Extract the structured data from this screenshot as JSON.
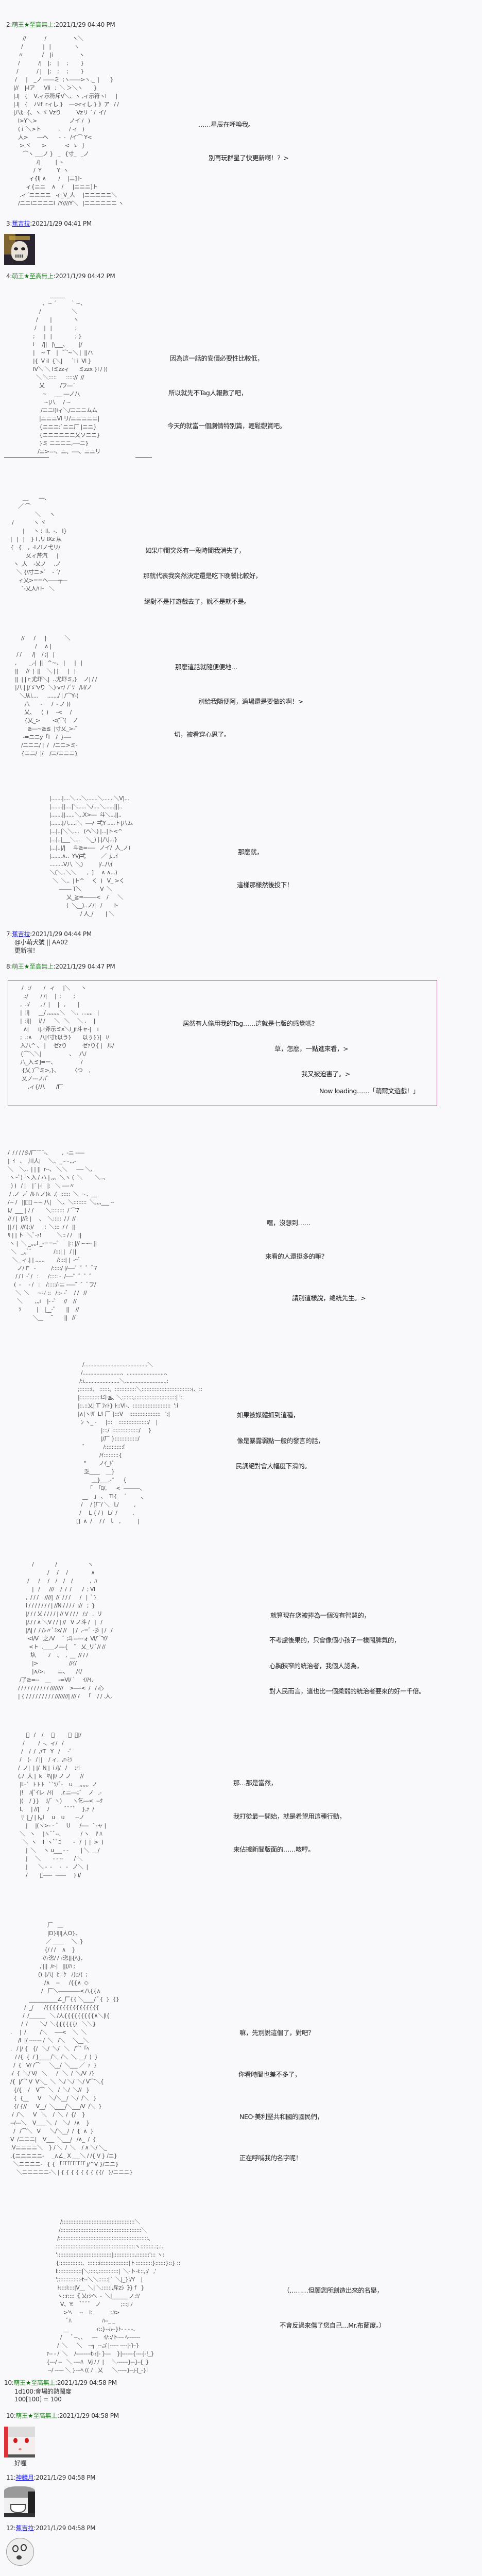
{
  "colors": {
    "author_name": "#2e8b2e",
    "link_name": "#1a1aee",
    "box_border": "#8a2a4a"
  },
  "posts": [
    {
      "num": "2:",
      "name": "萌王",
      "star": "★",
      "name2": "至高無上",
      "time": ":2021/1/29 04:40 PM",
      "lines": [
        "……星辰在呼喚我。",
        "別再玩群星了快更新啊！？>"
      ],
      "aa": [
        "        //            /                 ヽ＼\n       /             |   |               ヽ\n     〃            /    |i                 ヽ\n     /            /|    |;    |     ;        }\n    /            / |    |;    ;     ;        }\n   /      |    _ノ ――ミ  ;ヽ――>ヽ._  |       }\n  |//    |‐lア      Vli   ;  ＼ ＞＼ヽ       }\n  |.l|   {    V,ィ示符斥V＼、ヽ ,ィ示符ヽl      |\n  |.l|   {    ハlf  rィし }    ―>rィし } 》ア   / /\n  |八l;  {、ヽ ヾ Vzり          Vzリ ´ /  イ/\n     l>Y＼>                     ノイ /   )\n     ( i  ＼>ト           ,      / ィ   )\n     人>      ―ヘ       ‐  ‐   /イ⌒ Y<\n      > ヾ       >            <  ゝ   J\n        ⌒ヽ ___ノ }   _   {寸_   _ノ\n                 /|          | ヽ\n               /  Y          Y  ヽ\n            ィ{l| ∧        /     |ニ]ト\n          ィ{ニニ    ∧    /      |ニニニ]ト\n      .ィ´ニニニニ   ィ_V_人     |ニニニニニ＼\n     /ニニlニニニニl  /Y////Y＼   |ニニニニニニ ヽ"
      ]
    },
    {
      "num": "3:",
      "name": "蕉吉拉",
      "time": ":2021/1/29 04:41 PM"
    },
    {
      "num": "4:",
      "name": "萌王",
      "star": "★",
      "name2": "至高無上",
      "time": ":2021/1/29 04:42 PM",
      "lines": [
        "因為這一話的安價必要性比較低，",
        "所以就先不Tag人報數了吧，",
        "今天的就當一個劇情特別篇，輕鬆觀賞吧。"
      ],
      "aa": [
        "                   ______\n              、~ ´          ` ~、\n            /                    ＼\n          /        |              ヽ\n         /     |   |               ;\n        ;      |   |               ; }\n        i     /||   |\\___、       |/\n        |    ~ T    |   ⌒~＼ |  ||ハ\n        |{  V il  {＼|      `l i  Vl }\n        lV＼ ＼ lミzzィ      ミzzx }l / ))\n          ＼ ＼:::::      ::::://  //\n            乂          /フ―´\n              ~     ___ ―ノ八\n               ~|八     / ~\n             /ニニl)iィ＼/ニニニムム\n            |ニニニVl リ/ニニニニニ|\n            {ニニニ:`ニニ厂 |ニニ}\n            {ニニニニニニ乂ソニニ}\n            }ミ ニニニニ,―‐ニ}\n           /ニ>=‐、ニ、―‐、ニニリ"
      ]
    },
    {
      "lines": [
        "如果中間突然有一段時間我消失了，",
        "那就代表我突然決定還是吃下晚餐比較好，",
        "絕對不是打遊戲去了，說不是就不是。"
      ],
      "aa": [
        "          ＿       ―、\n       ／ ⌒\n                  ＼      ヽ\n   /             ヽ ヾ\n          |      ヽ ;  ll、‐、 l}\n  |   |   |    } l ,リ Ⅸz 从\n  {   {    ,  ‐lノlノ弋リ/\n            乂ィ芹汽      |\n    ヽ  人    ‐乂ノ     ,ノ\n      ＼ {\\寸ニ>゛  ‐ ´/\n       ィ乂>==ヘ――┬―\n         `‐乂人ﾊト   ＼"
      ]
    },
    {
      "lines": [
        "那麽這話就隨便便地…",
        "別給我隨便阿，過場還是要做的啊！>",
        "切，被看穿心思了。"
      ],
      "aa": [
        "       //      /      |            ＼\n                /     ∧ |\n    / /       /|    / ;|   |\n   ,        _,‐|  ||   ^~、 |      |   |\n   ||     //  |  ||    ＼ | |      |   |\n   ||  | |ｒ尤圷＼|  ‥尤圷ミ,}    ノ| / /\n   |八 | |/ゞ'vり  ＼) vrｿ ﾉﾞｿ   /ﾚl/ノ\n      ＼从l....      ......./ | /⌒Y‐(\n         八       ‐      /  ‐ ノ ))\n         乂、    (  )     ‐<     /\n         {乂_>        <(⌒(    ノ\n           ≧―~≧≦  |寸乂_>‐゛\n        -=ニニy「l    /  }―-\n       /ニニニ/ |  /   /ニニ>ミ-\n       {ニニ/  |/    /ニ/ニニニ}"
      ]
    },
    {
      "lines": [
        "那麽就，",
        "這樣那樣然後投下！"
      ],
      "aa": [
        "          |.......|....＼....＼.......＼.......＼Ⅴ|...\n          |.......||....|＼.....＼/....＼......|||..\n          |.......||......＼..X>―  斗＼...||..\n          |.......|八.....＼  ‐―/  弌Y .....ト|八ム\n          |...|..|＼＼....   (ヘ＼) |...|ト<^\n          |...|..|___＼...    ＼_) |.|八|...}\n          |...|..|/|     斗≧=‐―   ノイ/  人_ノ)\n          |.......∧..  YVj弌          ／  j...ｲ\n          .........V八  ＼)          |/..八ｲ\n          ＼(＼..＼＼       ,  ]     ∧ ∧...)\n            ＼  ＼..  |ト^     く  )   V_ >く\n                ‐―― T＼            V  ＼\n                     乂_≧=――‐<    /      ＼\n                     (  ＼__)..ノ/|   /       ト\n                              / 人_/        | ＼"
      ]
    },
    {
      "num": "7:",
      "name": "蕉吉拉",
      "time": ":2021/1/29 04:44 PM",
      "lines": [
        "@小萌犬號 || AA02",
        "更新啦！"
      ]
    },
    {
      "num": "8:",
      "name": "萌王",
      "star": "★",
      "name2": "至高無上",
      "time": ":2021/1/29 04:47 PM",
      "lines": [
        "居然有人偷用我的Tag……這就是七版的感覺嗎？",
        "草，怎麽，一點進來看，>",
        "我又被迫害了。>",
        "Now loading……「萌爾文遊戲！」"
      ],
      "aa": [
        "    /   :/        /   ィ     |＼       ヽ\n     .:/        / /|     |  ;        ;\n   ,  .:/       , /  |     |   ,        |\n   |  :i|      __/ ,,,,,,,,＼    ＼、...,,,,   |\n   |  :i||     i/ /      ＼   ＼     ＼ ,     |\n     ∧|      i|.ｨ斧示ミx＼l_jf斗ャ-|    i\n   ;  .:∧     八|ｲ寸ﾋ以う}       以ぅ}}|   i/\n   入八^ 、 |     ゼzり          ゼｧり{ |   ル/\n   {⌒＼＼|                  、   八/\n   八_入ミ]=ー、                /\n    {乂 )⌒ミ>,}、        〈つ    ,\n    乂ノ‐-‐ノﾊﾞ\n        ,ィ{/八       /Γ¨"
      ]
    },
    {
      "lines": [
        "嘿，沒想到……",
        "來看的人還挺多的嘛？",
        "請別這樣說，總統先生。>"
      ],
      "aa": [
        " /  / / / /彡/厂¨¨¨‐、       ,  ‐ニ ‐‐―\n |  ｲ   、  川人|     ＼、_ ‐~,,,‐\n ＼    ＼.,  | | ||  r‐‐、 ＼＼      ―‐ ＼、\n  ヽ~ﾞ)  ヽ入 / ハ | ,,、＼ヽ (  ＼        ＼..、\n   ) )   / |    |´ |-l   |:   ＼ ―‐〃\n  / ,ノ  ,-ﾞ /ﾙ ﾊ ノ)k  ,(  |:::::  ＼  ~、__\n /~ /   ||ﾞﾞ ~~ 八|    ＼、＼::::::::  ＼,,,,___ ‐‐\n ﾚ/  ___ | ﾉ /        ＼::::::::  / ⌒7\n // / |  |//ﾐ |     、  ＼:::::  / /  //\n || / |  //ﾊ(:)/       ;  ＼:::  / /   ||\n ﾘ | | ト  ＼ﾞ‐ｧ!          ＼:: / /    ||\n  ヽ |  ＼ _,,,,L_‐==‐‐゛    |:: |// ~~‐ ||\n   ＼   _,,ﾞﾞ              /:::| |   / ||\n    ＼_ ィ.| | ......        /::::| |  ‐~ﾞ\n       ノ/ l\"   ‐          /:::::/ |/―‐゛゛゛ﾞ7\n      / / l  ‐ﾞ/   :      /::::: ‐  /‐―゛゛゛゛\n     (  ‐     ‐ /   :    /:::::/‐ニ ‐‐―゛゛ﾞフ/\n      ＼  ＼     ~‐ﾉ ::   /::‐ ‐゛  / /   //\n       ＼        ,,,i    |‐ -゛   //    //\n        ｿ          |    |__‐゛     ||    //\n                 ＼__     ¨       ||   //"
      ]
    },
    {
      "lines": [
        "如果被媒體抓到這種，",
        "像是暴露弱點一般的發言的話，",
        "民調絕對會大幅度下滑的。"
      ],
      "aa": [
        "              /.........................................＼\n             /.........................、.........................、\n            /:i.......................＼..........................,:\n           ;:::::::i、 ::::::、:::::::::::::＼::::::::::::::::::::::::::::::ｨ、::\n           |:::::::::::::l斗≦､ ＼:::::::,:::::::::::::::::::::::::| '::\n           |::.::乂| Tﾞﾌｨﾄ} ﾄ::Vl‐、:::::::::::::::::::::::  ':i\n           |∧|ヽﾘf  Lﾘ 厂¨|:::V    :::::::::::::::::::   ':|\n             ﾝ ヽ_ ‐      |:::    ::::::::::::::::::/    |\n                          |:::/  ::::::::::::::::/     }\n                          |/厂 }::::::::::::::/\n              ゛          /:::::::::::f\n                         /ｲ:::::::::{\n               \"        ノｲ_ﾄﾞ\n               乏____    ＿}\n                    ＿}___.‐\"      {\n                 「  「ﾛ/,      <  ―――、\n              __    」 、  Ti{     ゛       、\n             /     / ]厂/ ＼   L/          ,\n            /     L { / )   L/  /          .\n          []  ∧  /     / /   ｌ   ,           |"
      ]
    },
    {
      "lines": [
        "就算現在您被捧為一個沒有智慧的，",
        "不考慮後果的，只會像個小孩子一樣鬧脾氣的，",
        "心胸狹窄的統治者，我個人認為，",
        "對人民而言，這也比一個柔弱的統治者要來的好一千倍。"
      ],
      "aa": [
        "              /              /                    ヽ\n                        /     /     /               ∧\n           /      /     /    /    /    /           ,  ﾊ\n              |   /      ///    /  /  /       /  ; Vl\n          ,  / / /    ////|  //  / / /      /   |  ﾞ}\n          i / / / / / / / | //N / / / /  ://   ;  }\n          |/ / / 乂 / / / / | // V / / /   /:/   ,  リ\n          |/./ / ∧ ＼V / / | //   V ノ斗 /   |   /\n          |/\\| /  / /ﾚ〃ﾞﾐx/ //    | /  ,-=ﾞ ‐彡 | /   /\n           <l/V   之ﾉV     ﾞ ;斗=‐‐‐ォ Vl/⌒Y/'\n            <ト  .____ノ―{    ゛ 乂_リﾞ// //\n             圦        ﾉ    、  ,  __  // / /\n              |>                    //ｲ/\n              |∧/>.        ニ、     /ｲ/\n      /了≧=‐‐    __     ‐=Vl/ `     ｲ//ｲ、\n     / / / / / / / / / / ////////    >―‐<  /   / 心\n     | { / / / / / / / / / ////////| /// /    「    / / .人."
      ]
    },
    {
      "lines": [
        "那…那是當然，",
        "我打從最一開始，就是希望用這種行動，",
        "來佔據新聞版面的……咳哼。"
      ],
      "aa": [
        "          ﾞ   /    /     ﾞ         〃  ﾞ|/\n        /         /  ‐、ィ/   /\n       /    /  /  ,ｧT   Y   /     ‐゛\n      /    (‐   / ||    / ィ,  ,r‐ﾐｿ\n     /  ノ|  | |/  N |  i /|/   /     ;ri\n     (,ﾉ  人 |  k   ｷ\\||l/ ノ ノ      //\n      |L‐´   ﾄ ﾄ ﾄ   ``ﾂ/ﾞ‐    u ＿,,,,,,  ノ\n      |!    ﾊ|ﾞｲレ  /ｲ(     ,r.ニ―ﾆﾞ    ノ   ,‐\n      |(    / }}    ﾘ/ﾞ ヽ)       ヽ乞―<  ‐‐ｸ\n      l、   | //|     ﾉ          ﾞﾞﾞﾞ    },ﾃ  /\n       ﾘ  |_/ | ﾄ｡l     u    u       ‐‐ノ\n          |     |(ヽ>‐‐ﾞ     U      /‐―   ﾞ‐ャ |\n      ＼   ヽ     |ヽﾞﾞ‐‐.             / ヽ    ｱ ﾊ\n        ＼  ヽ    l  ヽﾞﾞﾆ        ‐   /  |  |  >  )\n          |  ＼     ヽ u___ ‐ ‐        | ＼  ＿/\n          |     ＼        ‐ ‐ ‐‐       / ＼\n          |       ＼ ‐  ‐     ‐   ‐   ノ＼  |\n          /        ﾞ‐―‐  ‐‐―‐     ) )/"
      ]
    },
    {
      "lines": [
        "嘛，先別說這個了，對吧？",
        "你看時間也差不多了，",
        "NEO·美利堅共和國的國民們，",
        "正在呼喊我的名字呢！"
      ],
      "aa": [
        "                              厂   ＿\n                              |D}l|l|人O}、\n                             ／ ＿＿     ＼  }\n                            {/ / /    ∧    }\n                           //ｧ恣/ / ｨ恣||{ﾍ},\n                         ,'|||  /r‐|   ||(/ﾊ ;\n                        ()  j八|  ﾋ=ｹ   ﾉ)ﾋﾉ(  ;\n                            /∧    ‐‐      /{{∧  ◇\n                          /   厂＼――――<八{{∧\n                  ___________∠_厂{{ ＼____/ ﾞ{  }  {}\n               /  _/       /{{{{{{{{{{{{{{{{\n              /  /＿＿＿   ＼ /人{{{{{{{{{∧＼|l{\n             /  /        ＼/  ＼{{{{{{/   ＼＼}\n      .     |  /         /＼     ―‐<    ＼  ＼\n           /l  |/ ‐‐‐‐‐‐‐ /  ＼   /＼     ＼__＼\n      .   / |/ {   {/   ＼/  ＼/   ＼   /⌒「ﾍ\n         / /{  {  / ]_____/＼  /＼  ＼  __/  )  }\n        /  {   V/ /⌒      ＼__/  ＼___ ／  ｧ  }\n      ./  {  ＼/ V/   ＼      /   ＼  /  ＼/V  /}\n      /{  |/⌒ V  V＼_  ＼  ＼/ ＼/  ＼/ V⌒＼{\n        {/{    /    V⌒  ＼   /  ＼/  ＼//   }\n        {  {__      V     ＼/＼__/  ＼/  /＼   }\n        {/ {//      V__/  ＼____/＼___/V  /＼  }\n       /  /＼      V   ＼    /  ＼  /  {/    }\n      ‐‐/‐‐‐＼    V____＼  /    ＼/   /∧    }\n        /   /⌒＼   V      ＼/＼__/  /  {  ∧  }\n      V  /ニニニ|    V___  ＼___/   /∧_  /  {\n      .Vニニニニ＼    } / ＼  /  ＼    / ∧ ＼/ ＼_\n      .{ニニニニニ‐     _∧∠_ X ___＼ / /{ V } /ニ}\n        ＼ニニニニ‐   { { 「「「「「「「「「「 j/^V }/ニニ}\n          ＼ニニニニニ‐＼ | { { { { { { { {{/   }/ニニニ}"
      ]
    },
    {
      "lines": [
        "（………但願您所創造出來的名舉，",
        "不會反過來傷了您自己…Mr.布蘭度。）"
      ],
      "aa": [
        "                   /::::::::::::::::::::::::::::::::::::::::::::＼\n                  /:::::::::::::::::::::::::::::::::::::::::::::::::＼\n                 /::::::::::::::::::::::::::::::::::::::::::::::::::::::、\n                ::::::::::::::::::::::::::::::::::::::::::::::::ヽ::::::::.:;.:.\n                ':::::::::::::::::::::::::::::::::|:::::::::::::,::::::::'::: ヽ:\n                {::::::::::::::、:::::::i:::::::::::::::::|ト::::::::::}::::::}::} ::\n                l:::::::::::::::|＼:::::,::::::::::::|  ＼‐ト‐i:::,:/   ,'\n                ';:::::::::::::‐t‐‐＼＼::::::|´  ＼|_}:/Y    j\n                 ﾄ::::l::::|V__  ＼| ＼:::::|,斥zｼ  》} f   }\n                 ヽ::r::::《 乂rｼヘ  ‐  ＼|______ ノ:!/\n                   V、Y:    ﾞﾞﾞﾞ   ノ             ;:::j ﾉ\n                     >'ﾍ     ‐‐    i:           ::ﾊ>\n                       ﾞﾊ                    ﾊ‐‐_ _\n                     __                  ｨ::}‐‐ﾊ‐‐}ﾄ‐ ‐ ‐ ‐、\n                   /      ﾞ~、、    ‐‐‐    ｲ/::/ト‐‐‐ ﾍ‐‐‐‐‐‐‐\n                 /  ＼      ＼    ‐‐┐  ‐‐,;/ |‐‐‐‐‐ ‐‐‐‐|‐}‐}\n          ｧ‐‐ ‐ /  ＼    ﾉ―‐‐‐‐‐t‐ｨ|‐ }―    }|‐‐‐‐‐-{‐‐‐‐j‐!_}\n          {‐‐‐/ ‐‐   ＼ ‐‐‐‐ﾊ   Vj / /  |     ＼‐‐‐‐‐‐}‐‐}‐{_}\n           ‐‐/ ‐‐‐‐‐ ＼ }‐‐‐ﾍ (( ﾉ   乂      ＼‐‐‐‐‐}‐‐j‐[_‐}i"
      ]
    },
    {
      "num": "10:",
      "name": "萌王",
      "star": "★",
      "name2": "至高無上",
      "time": ":2021/1/29 04:58 PM",
      "lines": [
        "1d100:會場的熱鬧度",
        "100[100] = 100"
      ]
    },
    {
      "num": "10:",
      "name": "萌王",
      "star": "★",
      "name2": "至高無上",
      "time": ":2021/1/29 04:58 PM",
      "lines": [
        "好喔"
      ]
    },
    {
      "num": "11:",
      "name": "神鏡月",
      "time": ":2021/1/29 04:58 PM"
    },
    {
      "num": "12:",
      "name": "蕉吉拉",
      "time": ":2021/1/29 04:58 PM"
    }
  ]
}
